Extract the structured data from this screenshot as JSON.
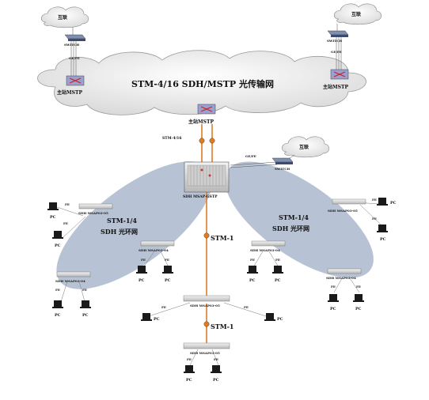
{
  "backbone": {
    "title": "STM-4/16  SDH/MSTP 光传输网",
    "left_node_label": "主站MSTP",
    "right_node_label": "主站MSTP",
    "center_node_label": "主站MSTP"
  },
  "internet_label": "互联",
  "switch_label": "SWITCH",
  "link_labels": {
    "ge_left": "GE/FE",
    "ge_right": "GE/FE",
    "ge_core": "GE/FE",
    "stm_trunk": "STM-4/16",
    "stm1_a": "STM-1",
    "stm1_b": "STM-1"
  },
  "core_device_label": "SDH MSAP-GSTP",
  "rings": {
    "left_line1": "STM-1/4",
    "left_line2": "SDH 光环网",
    "right_line1": "STM-1/4",
    "right_line2": "SDH 光环网"
  },
  "remote_devices": {
    "left_top": "SDH MSAP03-05",
    "left_mid": "SDH MSAP03-04",
    "left_bottom": "SDH MSAP03-04",
    "right_top": "SDH MSAP03-05",
    "right_mid": "SDH MSAP03-04",
    "right_bottom": "SDH MSAP03-04",
    "center_mid": "SDH MSAP03-05",
    "center_bottom": "SDH MSAP03-05"
  },
  "pc_label": "PC",
  "fe_label": "FE"
}
